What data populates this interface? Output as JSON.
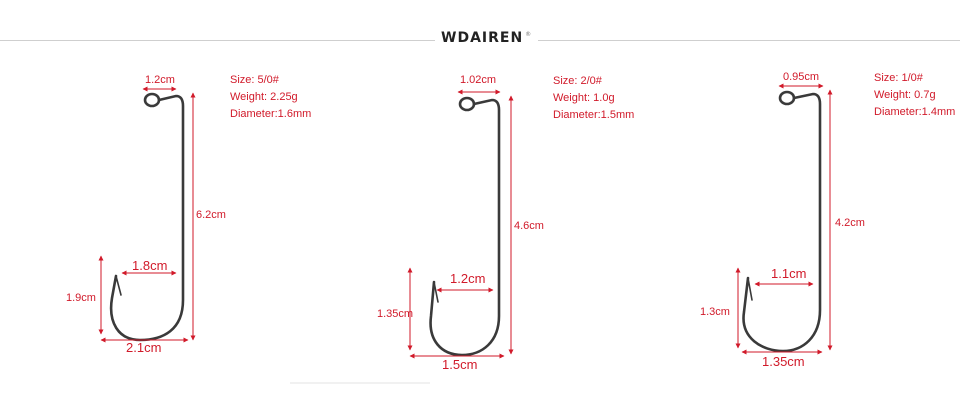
{
  "brand": {
    "name": "WDAIREN",
    "mark": "®"
  },
  "hooks": [
    {
      "size": "Size:  5/0#",
      "weight": "Weight:  2.25g",
      "diameter": "Diameter:1.6mm",
      "eye_width": "1.2cm",
      "height": "6.2cm",
      "gap": "1.8cm",
      "barb": "1.9cm",
      "bottom_width": "2.1cm"
    },
    {
      "size": "Size:  2/0#",
      "weight": "Weight:  1.0g",
      "diameter": "Diameter:1.5mm",
      "eye_width": "1.02cm",
      "height": "4.6cm",
      "gap": "1.2cm",
      "barb": "1.35cm",
      "bottom_width": "1.5cm"
    },
    {
      "size": "Size:  1/0#",
      "weight": "Weight:  0.7g",
      "diameter": "Diameter:1.4mm",
      "eye_width": "0.95cm",
      "height": "4.2cm",
      "gap": "1.1cm",
      "barb": "1.3cm",
      "bottom_width": "1.35cm"
    }
  ],
  "colors": {
    "measure": "#d11a2a",
    "hook": "#3a3a3a"
  }
}
